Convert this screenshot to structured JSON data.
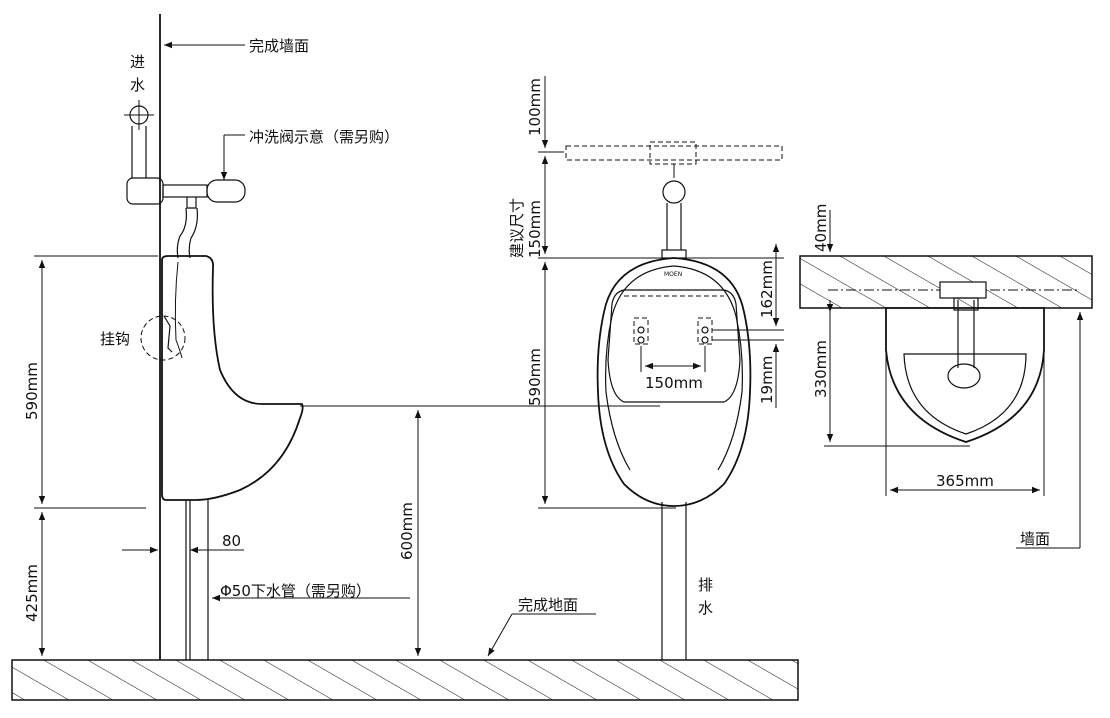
{
  "labels": {
    "finished_wall": "完成墙面",
    "water_inlet": [
      "进",
      "水"
    ],
    "flush_valve": "冲洗阀示意（需另购）",
    "hook": "挂钩",
    "drain_pipe": "Φ50下水管（需另购）",
    "finished_floor": "完成地面",
    "drain": [
      "排",
      "水"
    ],
    "wall": "墙面",
    "suggested_size": "建议尺寸"
  },
  "dimensions": {
    "height_590_left": "590mm",
    "height_425": "425mm",
    "offset_80": "80",
    "height_600": "600mm",
    "top_100": "100mm",
    "gap_150_v": "150mm",
    "height_590_front": "590mm",
    "top_162": "162mm",
    "spacing_150": "150mm",
    "bottom_19": "19mm",
    "top_40": "40mm",
    "depth_330": "330mm",
    "width_365": "365mm"
  }
}
